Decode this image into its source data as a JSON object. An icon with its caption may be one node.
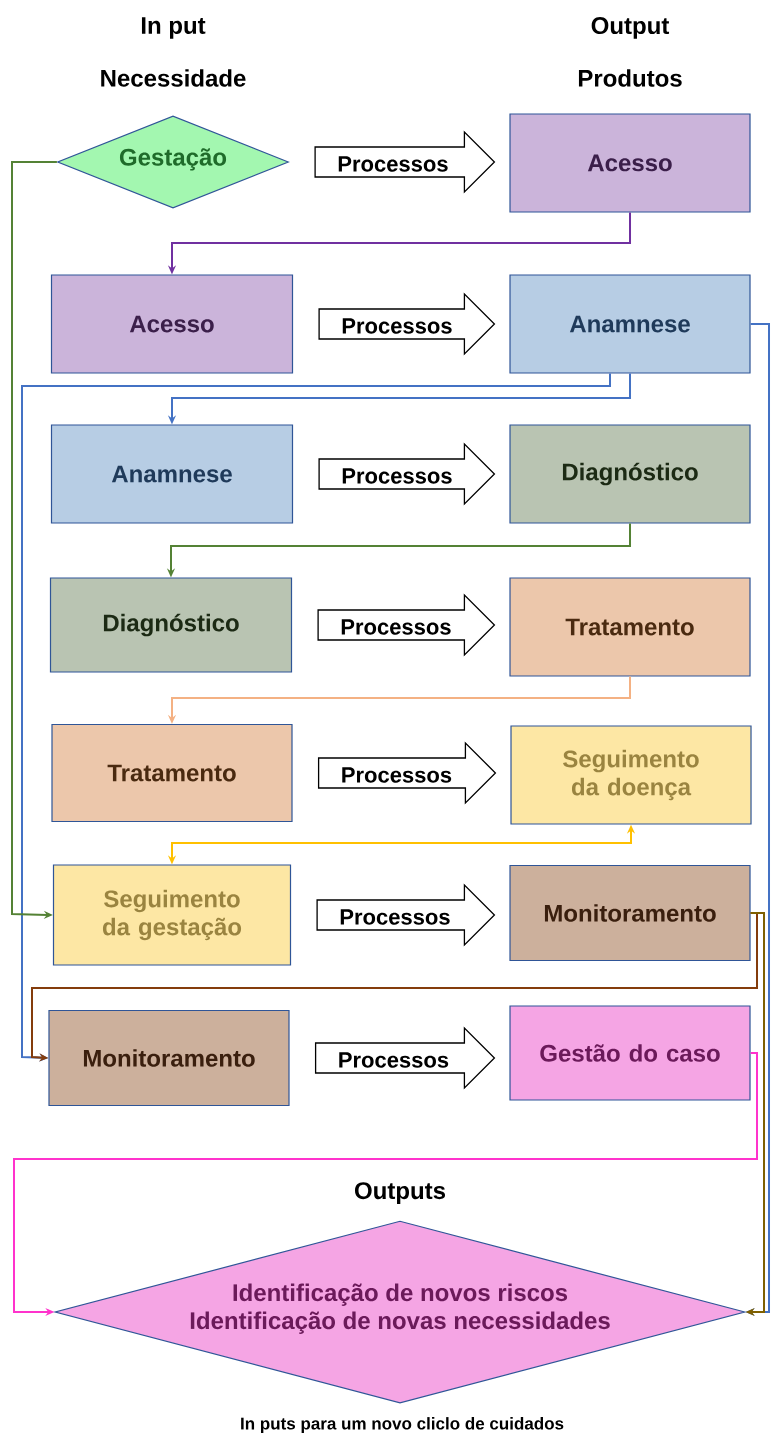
{
  "diagram": {
    "nodes": [
      {
        "text": [
          "Gestação"
        ]
      },
      {
        "text": [
          "Acesso"
        ]
      },
      {
        "text": [
          "Acesso"
        ]
      },
      {
        "text": [
          "Anamnese"
        ]
      },
      {
        "text": [
          "Anamnese"
        ]
      },
      {
        "text": [
          "Diagnóstico"
        ]
      },
      {
        "text": [
          "Diagnóstico"
        ]
      },
      {
        "text": [
          "Tratamento"
        ]
      },
      {
        "text": [
          "Tratamento"
        ]
      },
      {
        "text": [
          "Seguimento da doença"
        ]
      },
      {
        "text": [
          "Seguimento da gestação"
        ]
      },
      {
        "text": [
          "Monitoramento"
        ]
      },
      {
        "text": [
          "Monitoramento"
        ]
      },
      {
        "text": [
          "Gestão do caso"
        ]
      },
      {
        "text": [
          "Outputs",
          "Identificação de novos riscos",
          "Identificação de novas necessidades"
        ]
      }
    ],
    "edges": [
      {
        "from": 0,
        "to": 1,
        "arrow": "to",
        "label": "Processos",
        "style": "thick",
        "color": "#000000"
      },
      {
        "from": 1,
        "to": 2,
        "arrow": "to",
        "color": "#7030a0"
      },
      {
        "from": 2,
        "to": 3,
        "arrow": "to",
        "label": "Processos",
        "style": "thick",
        "color": "#000000"
      },
      {
        "from": 3,
        "to": 4,
        "arrow": "to",
        "color": "#4472c4"
      },
      {
        "from": 3,
        "to": 12,
        "arrow": "to",
        "color": "#4472c4"
      },
      {
        "from": 3,
        "to": 14,
        "arrow": "to",
        "color": "#4472c4"
      },
      {
        "from": 4,
        "to": 5,
        "arrow": "to",
        "label": "Processos",
        "style": "thick",
        "color": "#000000"
      },
      {
        "from": 5,
        "to": 6,
        "arrow": "to",
        "color": "#548235"
      },
      {
        "from": 0,
        "to": 10,
        "arrow": "to",
        "color": "#548235"
      },
      {
        "from": 6,
        "to": 7,
        "arrow": "to",
        "label": "Processos",
        "style": "thick",
        "color": "#000000"
      },
      {
        "from": 7,
        "to": 8,
        "arrow": "to",
        "color": "#f4b183"
      },
      {
        "from": 8,
        "to": 9,
        "arrow": "to",
        "label": "Processos",
        "style": "thick",
        "color": "#000000"
      },
      {
        "from": 9,
        "to": 10,
        "arrow": "both",
        "color": "#ffc000"
      },
      {
        "from": 10,
        "to": 11,
        "arrow": "to",
        "label": "Processos",
        "style": "thick",
        "color": "#000000"
      },
      {
        "from": 11,
        "to": 12,
        "arrow": "to",
        "color": "#843c0c"
      },
      {
        "from": 11,
        "to": 14,
        "arrow": "to",
        "color": "#7f6000"
      },
      {
        "from": 12,
        "to": 13,
        "arrow": "to",
        "label": "Processos",
        "style": "thick",
        "color": "#000000"
      },
      {
        "from": 13,
        "to": 14,
        "arrow": "to",
        "color": "#ff33cc"
      }
    ],
    "labels": [
      "In put",
      "Output",
      "Necessidade",
      "Produtos",
      "In puts para um novo cliclo de cuidados"
    ]
  }
}
